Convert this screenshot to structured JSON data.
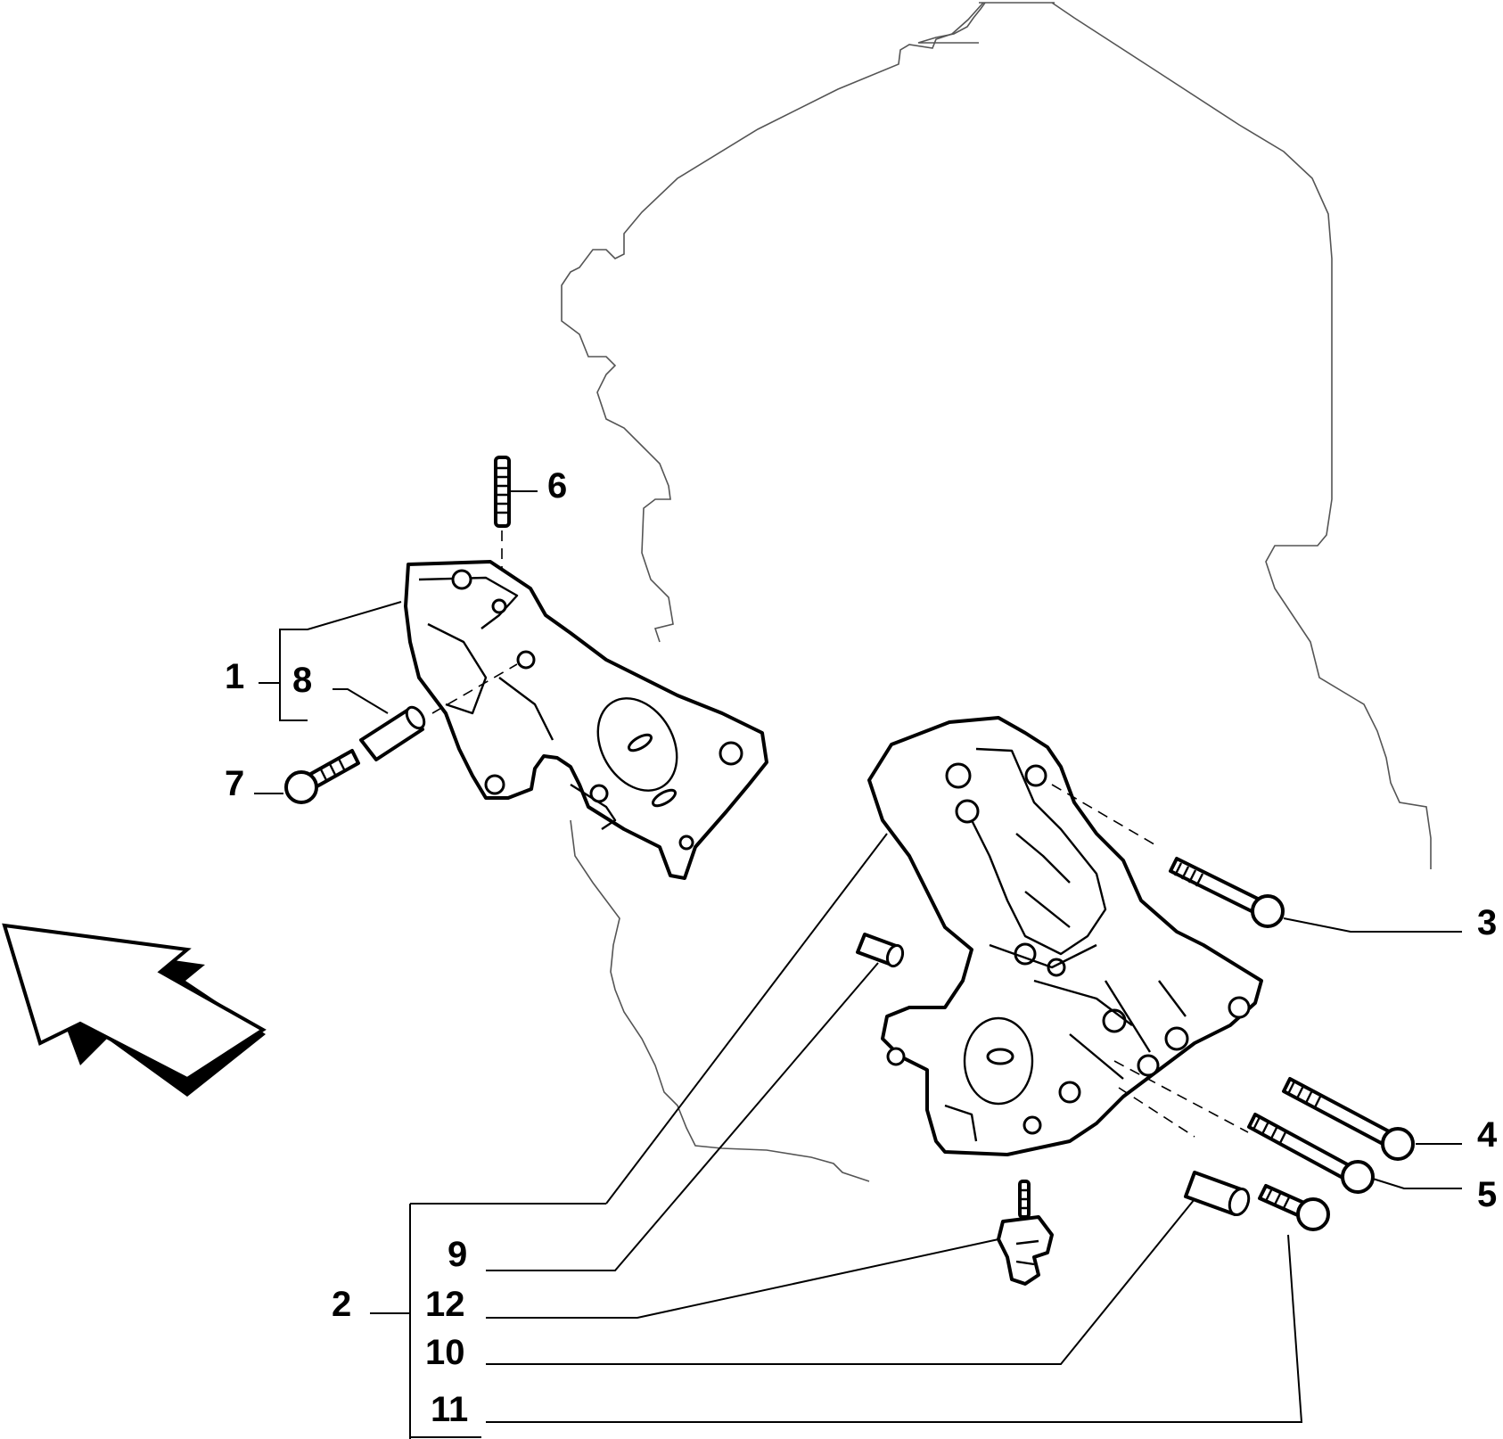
{
  "callouts": {
    "c1": "1",
    "c2": "2",
    "c3": "3",
    "c4": "4",
    "c5": "5",
    "c6": "6",
    "c7": "7",
    "c8": "8",
    "c9": "9",
    "c10": "10",
    "c11": "11",
    "c12": "12"
  },
  "colors": {
    "line": "#000000",
    "engine_outline": "#555555",
    "background": "#ffffff"
  },
  "icons": {
    "direction": "direction-arrow-icon"
  }
}
